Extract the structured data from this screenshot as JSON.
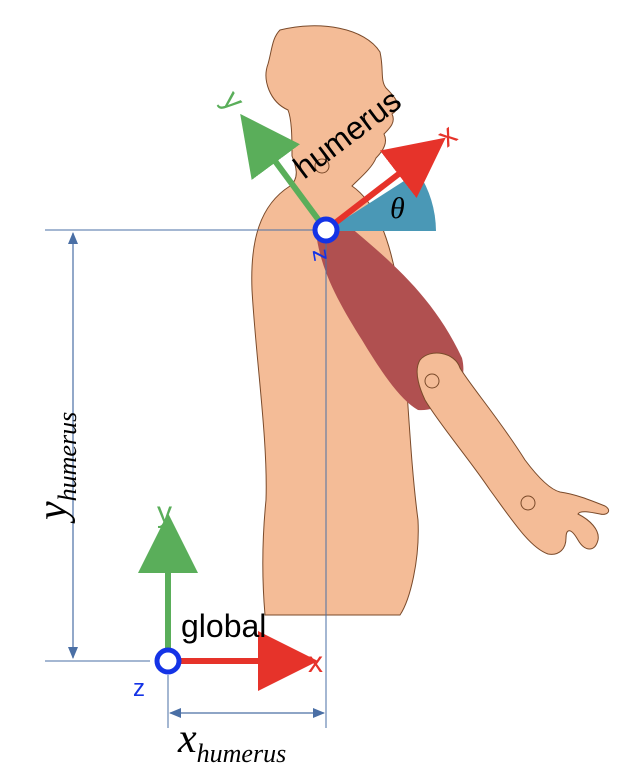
{
  "labels": {
    "humerus": "humerus",
    "global": "global",
    "theta": "θ",
    "x": "x",
    "y": "y",
    "z": "z",
    "x_humerus_main": "x",
    "x_humerus_sub": "humerus",
    "y_humerus_main": "y",
    "y_humerus_sub": "humerus"
  },
  "colors": {
    "skin": "#F4BC97",
    "skin_outline": "#7A4A2A",
    "muscle": "#B05050",
    "angle_wedge": "#4A98B6",
    "axis_x": "#E6332A",
    "axis_y": "#5AAE5A",
    "axis_z": "#1433E6",
    "dimension_line": "#4A6FA5"
  },
  "icons": {
    "global_origin": "z-axis-circle-icon",
    "humerus_origin": "z-axis-circle-icon"
  }
}
